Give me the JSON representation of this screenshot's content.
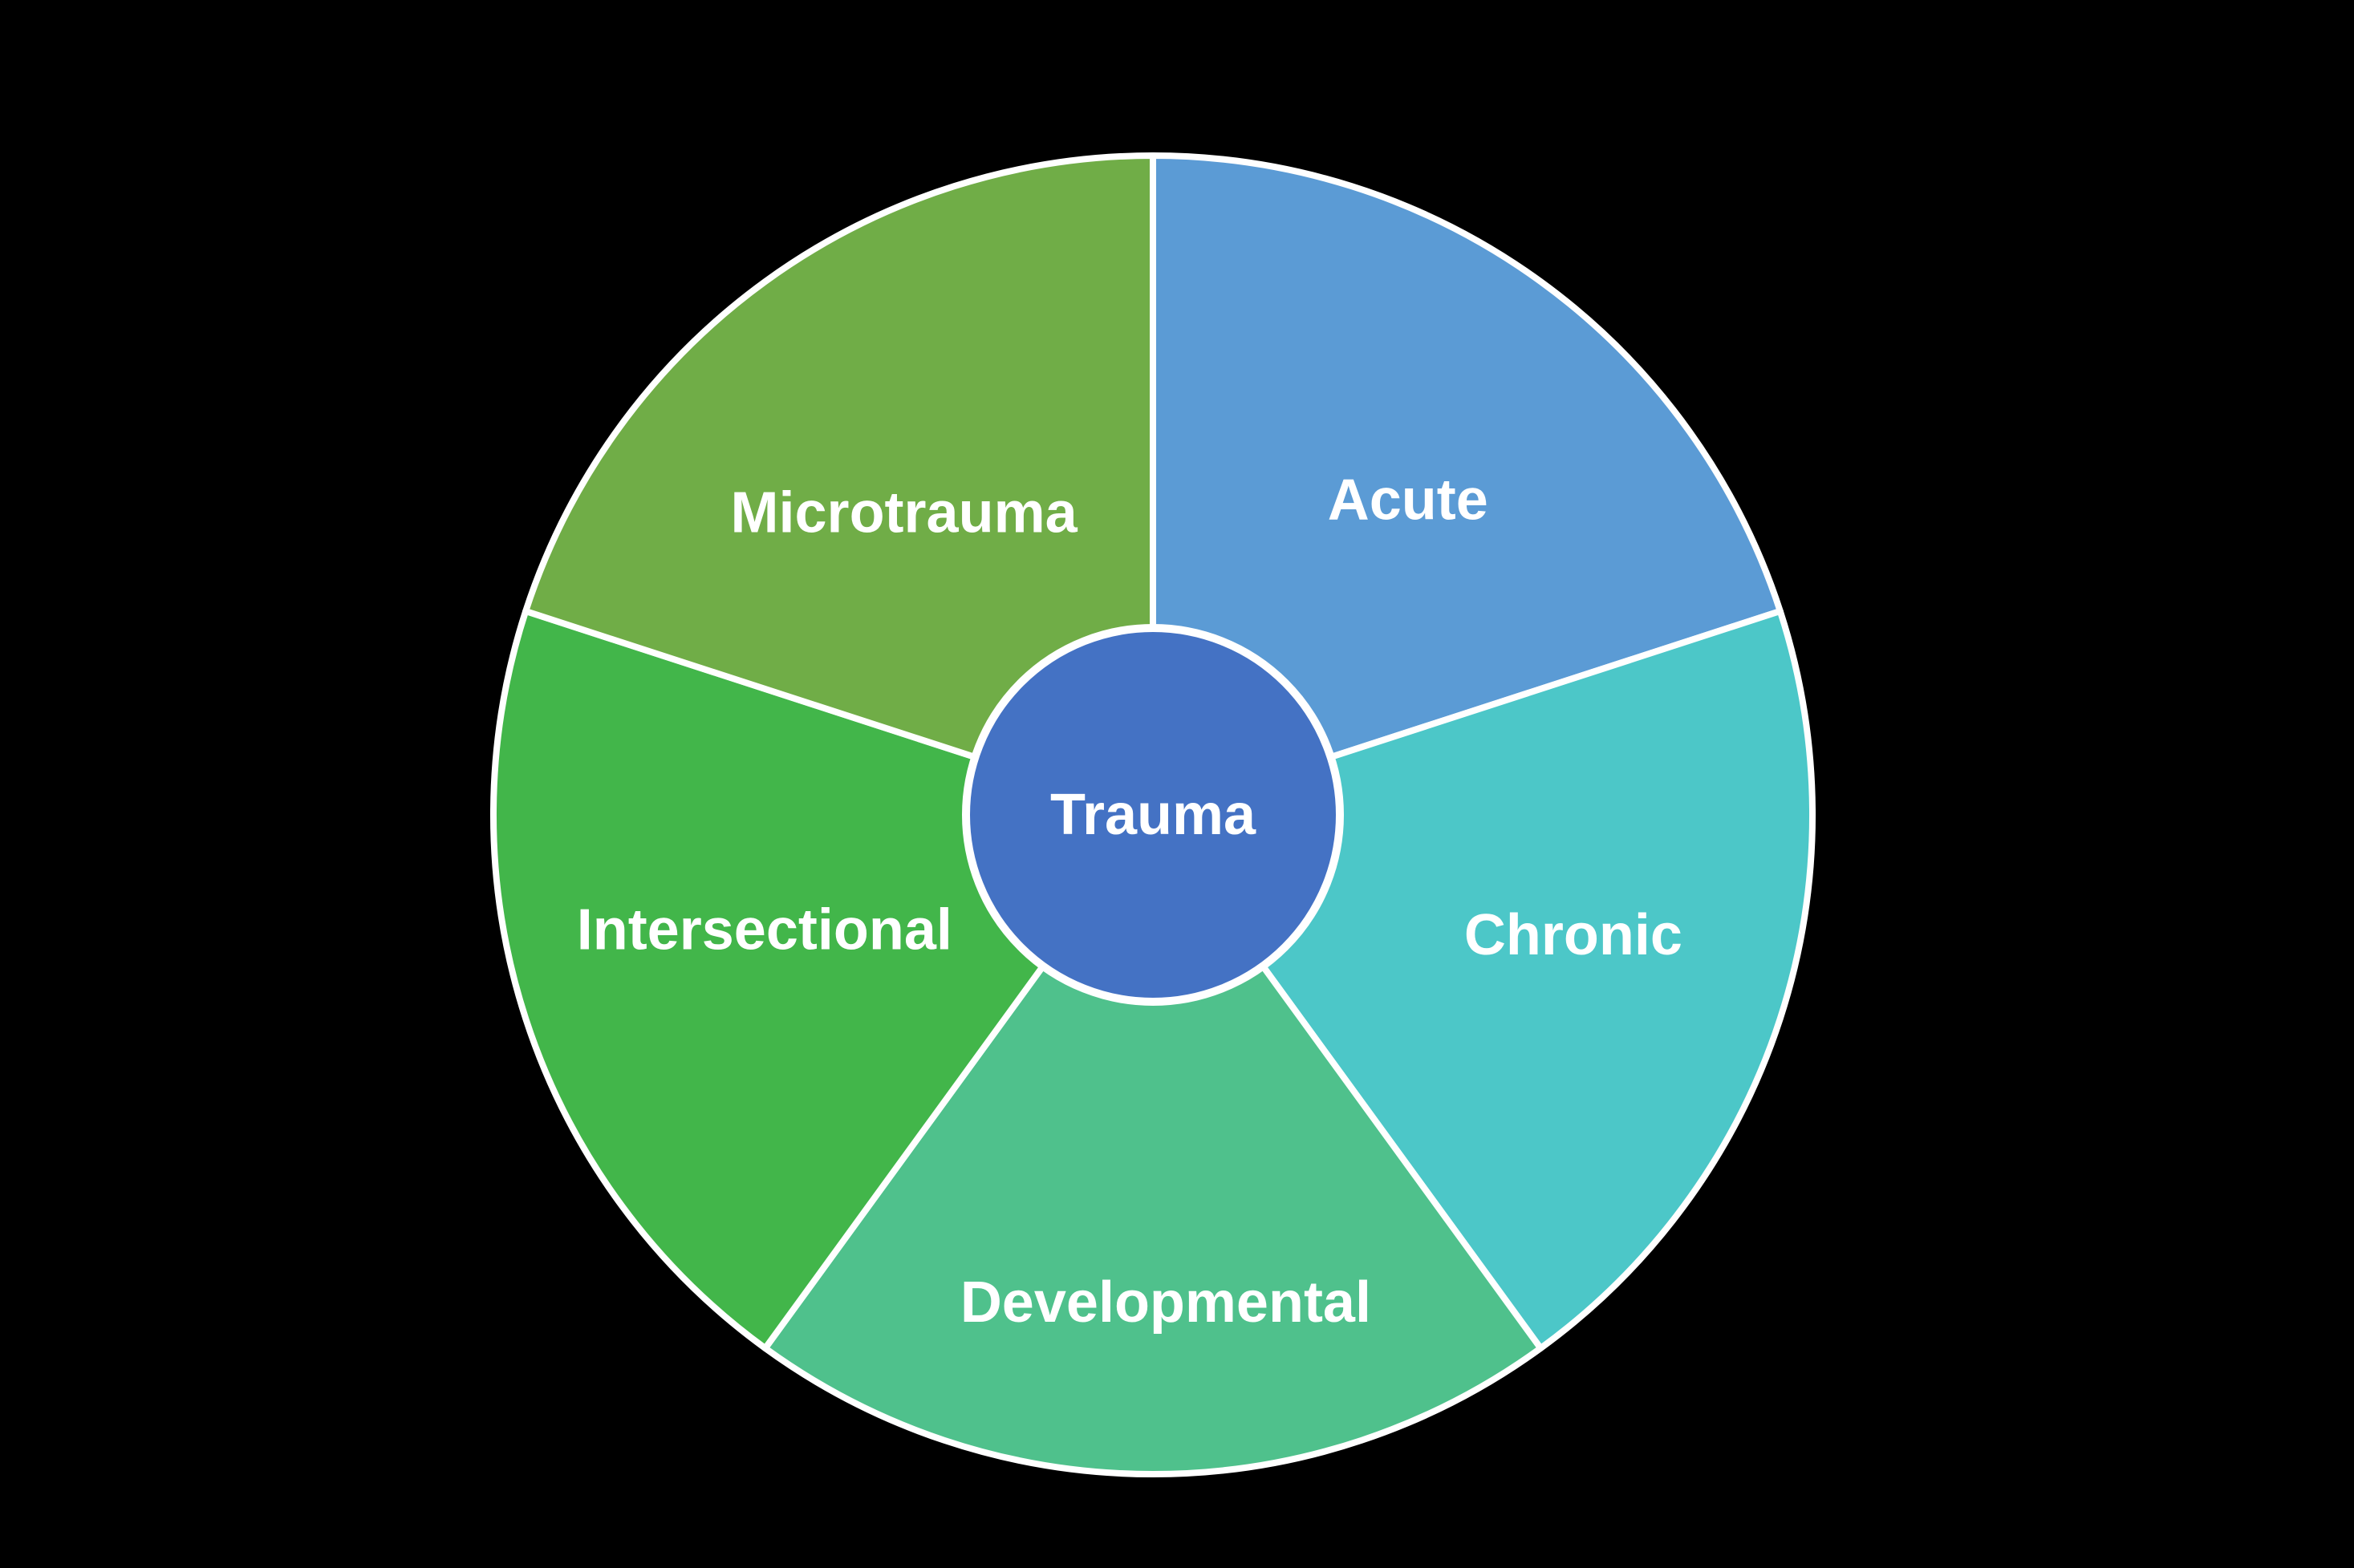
{
  "background_color": "#000000",
  "diagram": {
    "type": "cycle-wheel",
    "stroke_color": "#FFFFFF",
    "text_color": "#FFFFFF",
    "center": {
      "label": "Trauma",
      "color": "#4472C4"
    },
    "segments": [
      {
        "label": "Acute",
        "color": "#5B9BD5"
      },
      {
        "label": "Chronic",
        "color": "#4CC7C8"
      },
      {
        "label": "Developmental",
        "color": "#4FC18C"
      },
      {
        "label": "Intersectional",
        "color": "#42B64A"
      },
      {
        "label": "Microtrauma",
        "color": "#70AD47"
      }
    ]
  }
}
